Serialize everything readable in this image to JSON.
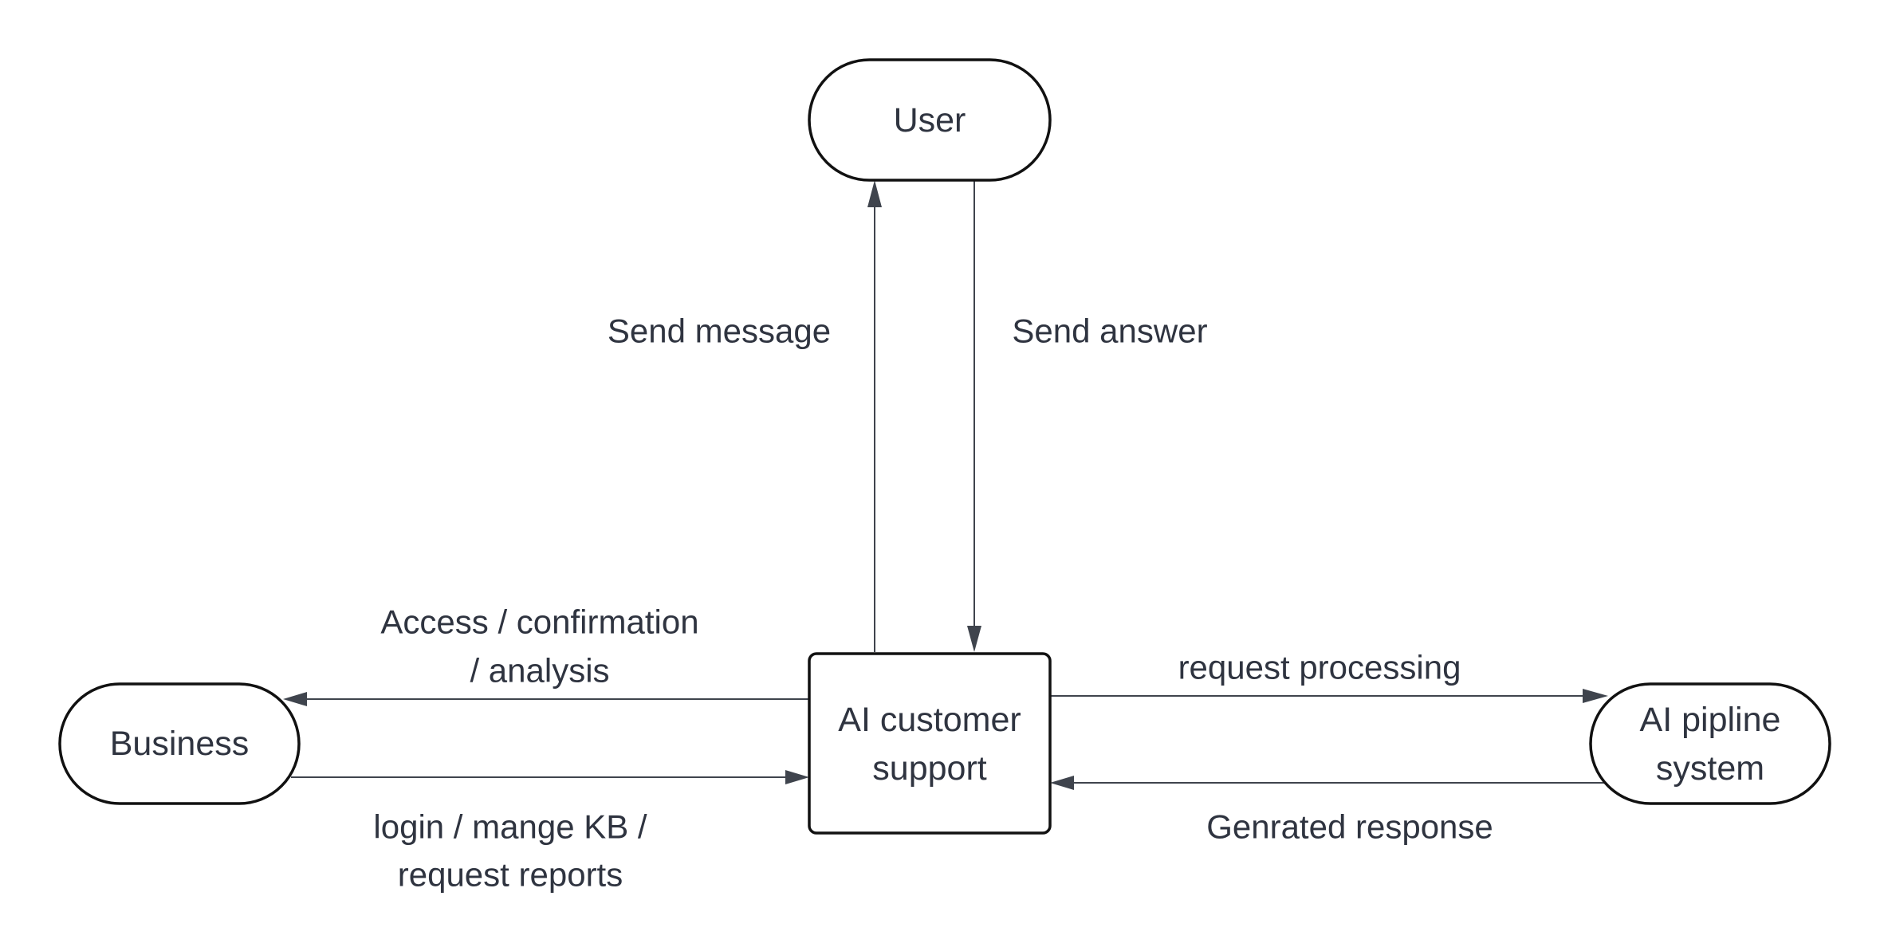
{
  "nodes": {
    "user": {
      "label": "User"
    },
    "business": {
      "label": "Business"
    },
    "ai_support": {
      "line1": "AI customer",
      "line2": "support"
    },
    "ai_pipeline": {
      "line1": "AI pipline",
      "line2": "system"
    }
  },
  "edges": {
    "send_message": {
      "label": "Send message"
    },
    "send_answer": {
      "label": "Send answer"
    },
    "access_confirmation": {
      "line1": "Access / confirmation",
      "line2": "/ analysis"
    },
    "login_manage": {
      "line1": "login / mange KB /",
      "line2": "request reports"
    },
    "request_processing": {
      "label": "request processing"
    },
    "generated_response": {
      "label": "Genrated response"
    }
  }
}
